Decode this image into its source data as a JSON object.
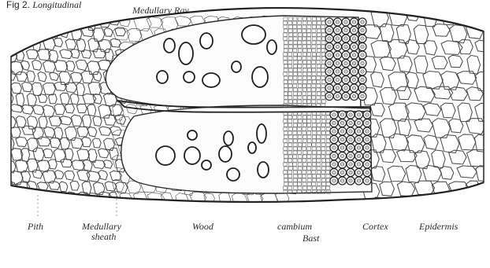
{
  "figure": {
    "prefix": "Fig 2.",
    "title": "Longitudinal",
    "top_label": "Medullary Ray"
  },
  "labels": {
    "pith": "Pith",
    "medullary_sheath_1": "Medullary",
    "medullary_sheath_2": "sheath",
    "wood": "Wood",
    "cambium": "cambium",
    "bast": "Bast",
    "cortex": "Cortex",
    "epidermis": "Epidermis"
  }
}
